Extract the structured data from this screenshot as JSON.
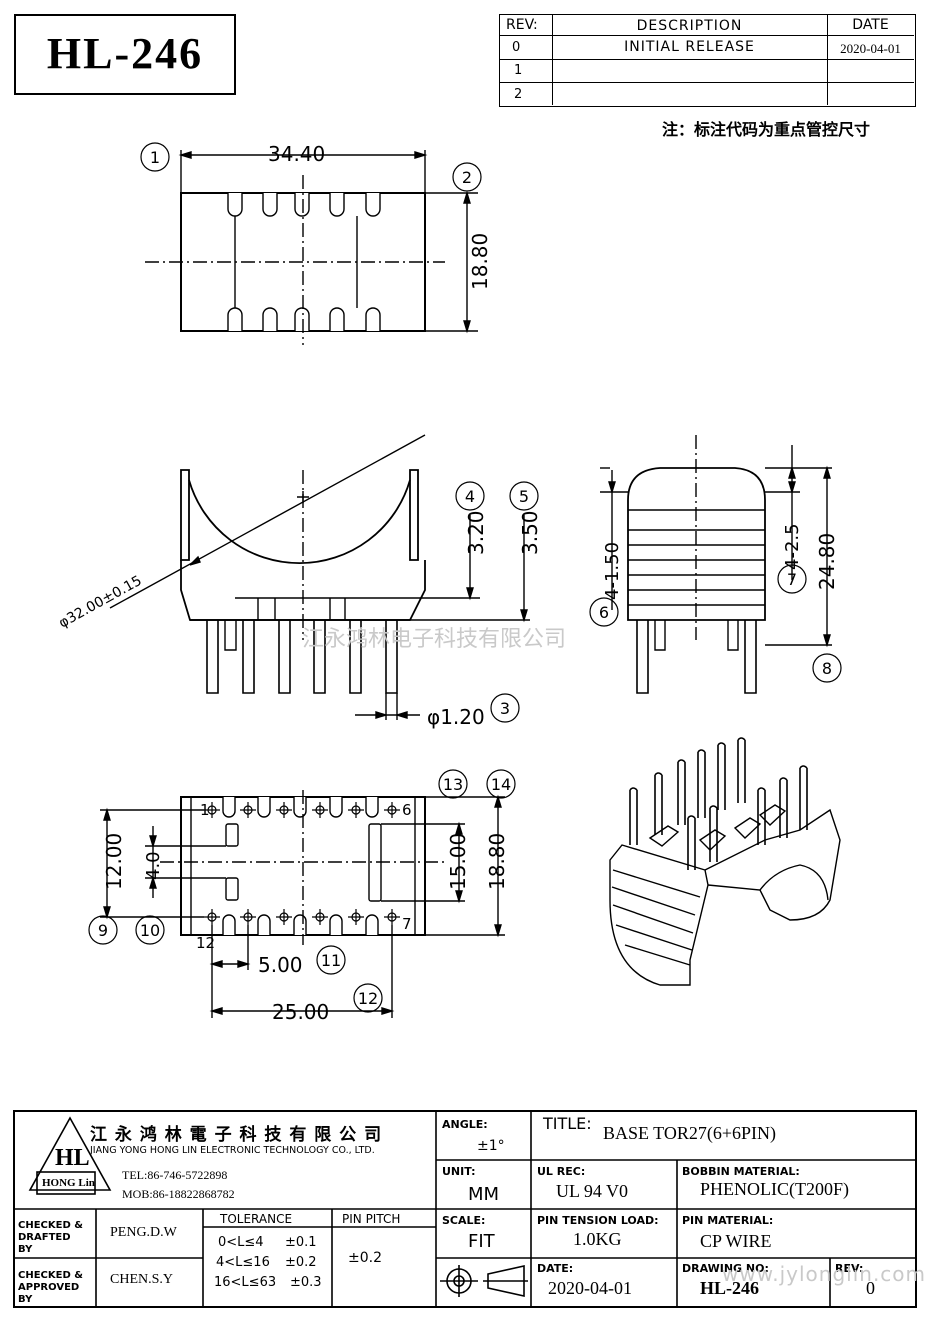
{
  "header": {
    "part_no": "HL-246",
    "note": "注：标注代码为重点管控尺寸"
  },
  "revision_table": {
    "headers": [
      "REV:",
      "DESCRIPTION",
      "DATE"
    ],
    "rows": [
      {
        "rev": "0",
        "description": "INITIAL RELEASE",
        "date": "2020-04-01"
      },
      {
        "rev": "1",
        "description": "",
        "date": ""
      },
      {
        "rev": "2",
        "description": "",
        "date": ""
      }
    ]
  },
  "dimensions": {
    "top_width": "34.40",
    "top_height": "18.80",
    "diameter": "φ32.00±0.15",
    "d4": "3.20",
    "d5": "3.50",
    "pin_dia": "φ1.20",
    "side_a": "4-1.50",
    "side_b": "4-2.5",
    "side_h": "24.80",
    "b_12": "12.00",
    "b_4": "4.0",
    "b_15": "15.00",
    "b_188": "18.80",
    "pitch": "5.00",
    "span": "25.00"
  },
  "balloons": [
    "1",
    "2",
    "3",
    "4",
    "5",
    "6",
    "7",
    "8",
    "9",
    "10",
    "11",
    "12",
    "13",
    "14"
  ],
  "pin_labels": {
    "p1": "1",
    "p6": "6",
    "p7": "7",
    "p12": "12"
  },
  "watermark": "江永鸿林电子科技有限公司",
  "watermark_url": "www.jylonglin.com.cn",
  "company": {
    "name_cn": "江 永 鸿 林 電 子 科 技 有 限 公 司",
    "name_en": "JIANG YONG HONG LIN ELECTRONIC TECHNOLOGY CO., LTD.",
    "tel": "TEL:86-746-5722898",
    "mob": "MOB:86-18822868782",
    "logo_text": "HL",
    "logo_sub": "HONG Lin"
  },
  "title_block": {
    "checked_drafted_label": "CHECKED & DRAFTED BY",
    "checked_drafted_value": "PENG.D.W",
    "checked_approved_label": "CHECKED & APPROVED BY",
    "checked_approved_value": "CHEN.S.Y",
    "tolerance_label": "TOLERANCE",
    "tolerances": [
      {
        "range": "0<L≤4",
        "tol": "±0.1"
      },
      {
        "range": "4<L≤16",
        "tol": "±0.2"
      },
      {
        "range": "16<L≤63",
        "tol": "±0.3"
      }
    ],
    "pin_pitch_label": "PIN PITCH",
    "pin_pitch_value": "±0.2",
    "angle_label": "ANGLE:",
    "angle_value": "±1°",
    "unit_label": "UNIT:",
    "unit_value": "MM",
    "scale_label": "SCALE:",
    "scale_value": "FIT",
    "title_label": "TITLE:",
    "title_value": "BASE TOR27(6+6PIN)",
    "ul_label": "UL REC:",
    "ul_value": "UL 94 V0",
    "bobbin_label": "BOBBIN MATERIAL:",
    "bobbin_value": "PHENOLIC(T200F)",
    "pin_tension_label": "PIN TENSION LOAD:",
    "pin_tension_value": "1.0KG",
    "pin_material_label": "PIN MATERIAL:",
    "pin_material_value": "CP WIRE",
    "date_label": "DATE:",
    "date_value": "2020-04-01",
    "drawing_no_label": "DRAWING NO:",
    "drawing_no_value": "HL-246",
    "rev_label": "REV:",
    "rev_value": "0"
  }
}
